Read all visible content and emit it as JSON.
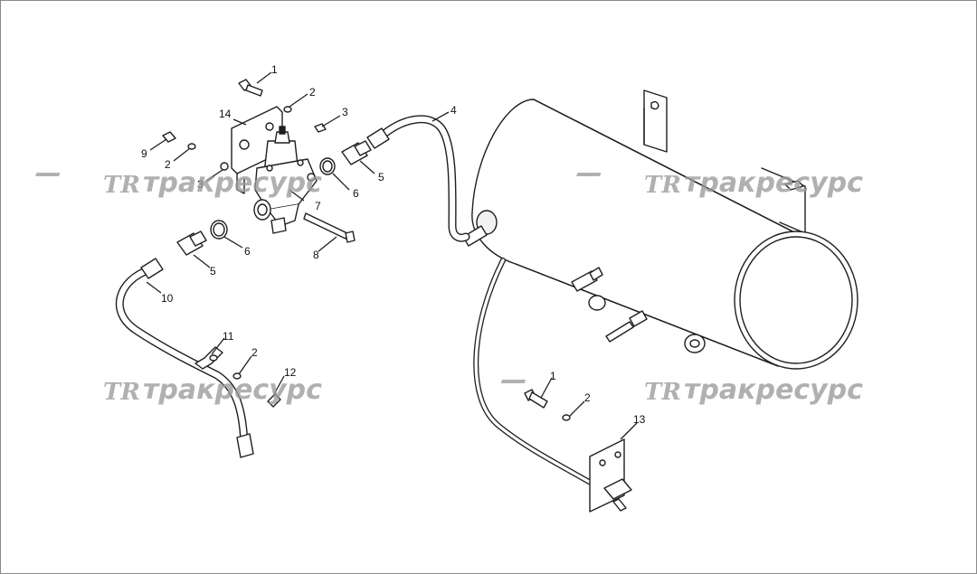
{
  "diagram": {
    "watermark": {
      "logo_text": "TR",
      "brand_text": "тракресурс"
    },
    "callouts": {
      "c1_top": "1",
      "c2_top": "2",
      "c3_top": "3",
      "c14": "14",
      "c9": "9",
      "c2_left": "2",
      "c3_left": "3",
      "c7": "7",
      "c6_upper": "6",
      "c5_upper": "5",
      "c4": "4",
      "c8": "8",
      "c6_lower": "6",
      "c5_lower": "5",
      "c10": "10",
      "c11": "11",
      "c2_lower": "2",
      "c12": "12",
      "c1_right": "1",
      "c2_right": "2",
      "c13": "13"
    }
  }
}
